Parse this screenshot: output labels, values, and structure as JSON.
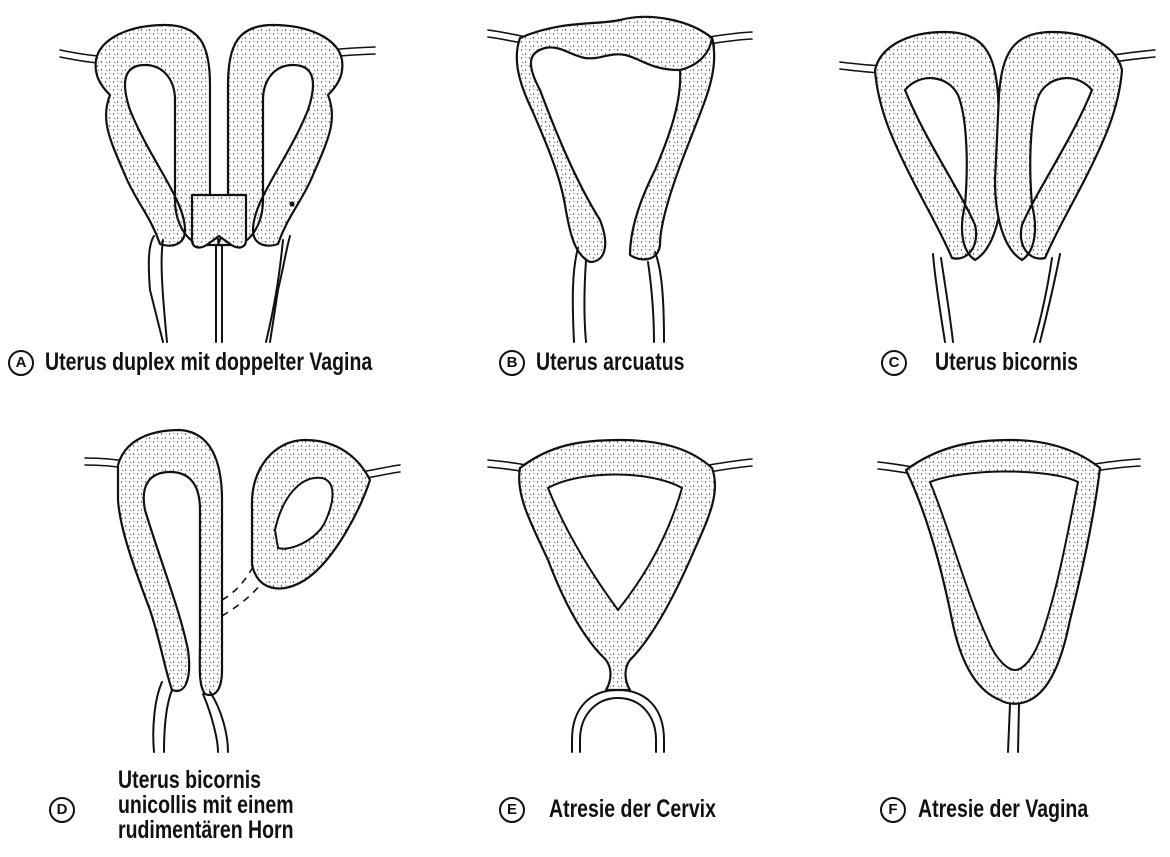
{
  "figures": [
    {
      "letter": "A",
      "caption": [
        "Uterus duplex mit doppelter Vagina"
      ]
    },
    {
      "letter": "B",
      "caption": [
        "Uterus arcuatus"
      ]
    },
    {
      "letter": "C",
      "caption": [
        "Uterus bicornis"
      ]
    },
    {
      "letter": "D",
      "caption": [
        "Uterus bicornis",
        "unicollis mit einem",
        "rudimentären Horn"
      ]
    },
    {
      "letter": "E",
      "caption": [
        "Atresie der Cervix"
      ]
    },
    {
      "letter": "F",
      "caption": [
        "Atresie der Vagina"
      ]
    }
  ]
}
